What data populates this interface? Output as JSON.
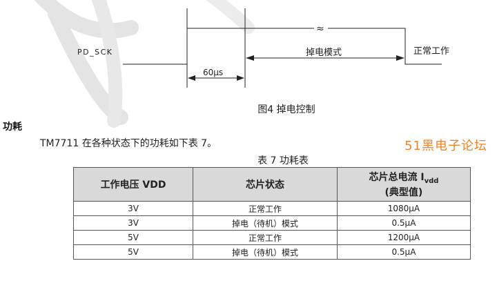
{
  "diagram": {
    "signal_label": "PD_SCK",
    "delay_label": "60µs",
    "powerdown_label": "掉电模式",
    "normal_label": "正常工作",
    "break_mark": "≈"
  },
  "figure_caption": "图4 掉电控制",
  "section_title": "功耗",
  "intro_text": "TM7711 在各种状态下的功耗如下表 7。",
  "forum_text": "51黑电子论坛",
  "table_caption": "表 7 功耗表",
  "table": {
    "headers": {
      "voltage": "工作电压 VDD",
      "state": "芯片状态",
      "current_main": "芯片总电流 I",
      "current_sub": "vdd",
      "current_note": "(典型值)"
    },
    "rows": [
      {
        "voltage": "3V",
        "state": "正常工作",
        "current": "1080µA"
      },
      {
        "voltage": "3V",
        "state": "掉电（待机）模式",
        "current": "0.5µA"
      },
      {
        "voltage": "5V",
        "state": "正常工作",
        "current": "1200µA"
      },
      {
        "voltage": "5V",
        "state": "掉电（待机）模式",
        "current": "0.5µA"
      }
    ]
  }
}
